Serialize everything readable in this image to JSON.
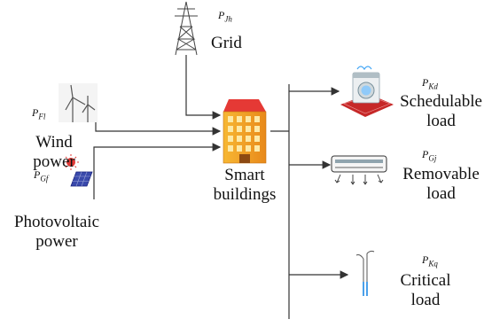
{
  "grid": {
    "symbol": "P_{Jh}",
    "label": "Grid"
  },
  "wind": {
    "symbol": "P_{Fl}",
    "label_line1": "Wind",
    "label_line2": "power"
  },
  "pv": {
    "symbol": "P_{Gf}",
    "label_line1": "Photovoltaic",
    "label_line2": "power"
  },
  "building": {
    "label_line1": "Smart",
    "label_line2": "buildings"
  },
  "loads": [
    {
      "symbol": "P_{Kd}",
      "label_line1": "Schedulable",
      "label_line2": "load",
      "icon": "washing-machine-icon"
    },
    {
      "symbol": "P_{Gj}",
      "label_line1": "Removable",
      "label_line2": "load",
      "icon": "air-conditioner-icon"
    },
    {
      "symbol": "P_{Kq}",
      "label_line1": "Critical",
      "label_line2": "load",
      "icon": "street-lamp-icon"
    }
  ]
}
